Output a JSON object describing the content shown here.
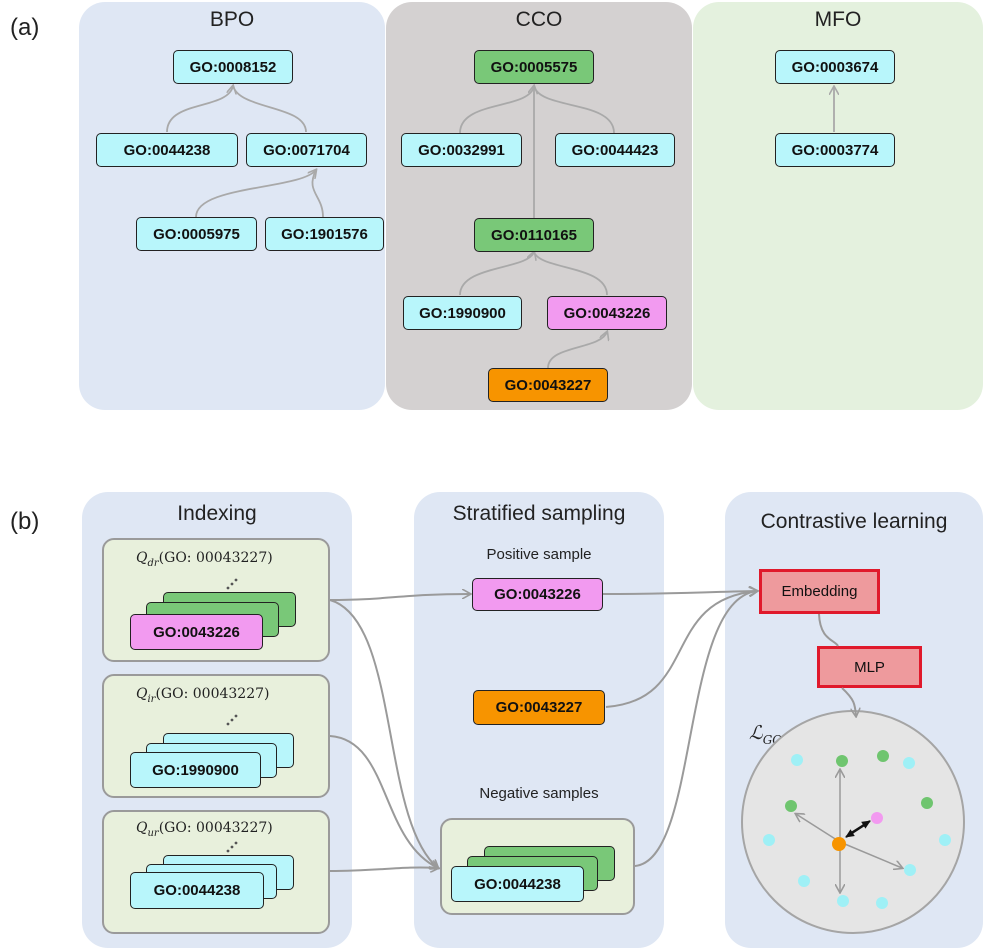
{
  "part_a": {
    "label": "(a)",
    "panels": {
      "bpo": {
        "title": "BPO",
        "nodes": [
          "GO:0008152",
          "GO:0044238",
          "GO:0071704",
          "GO:0005975",
          "GO:1901576"
        ]
      },
      "cco": {
        "title": "CCO",
        "nodes": [
          "GO:0005575",
          "GO:0032991",
          "GO:0044423",
          "GO:0110165",
          "GO:1990900",
          "GO:0043226",
          "GO:0043227"
        ]
      },
      "mfo": {
        "title": "MFO",
        "nodes": [
          "GO:0003674",
          "GO:0003774"
        ]
      }
    }
  },
  "part_b": {
    "label": "(b)",
    "indexing": {
      "title": "Indexing",
      "queries": [
        {
          "q": "Q",
          "sub": "dr",
          "arg": "(GO: 00043227)",
          "node": "GO:0043226"
        },
        {
          "q": "Q",
          "sub": "ir",
          "arg": "(GO: 00043227)",
          "node": "GO:1990900"
        },
        {
          "q": "Q",
          "sub": "ur",
          "arg": "(GO: 00043227)",
          "node": "GO:0044238"
        }
      ]
    },
    "sampling": {
      "title": "Stratified sampling",
      "positive_label": "Positive sample",
      "positive_node": "GO:0043226",
      "anchor_node": "GO:0043227",
      "negative_label": "Negative samples",
      "negative_node": "GO:0044238"
    },
    "contrastive": {
      "title": "Contrastive learning",
      "embedding": "Embedding",
      "mlp": "MLP",
      "loss_symbol": "ℒ",
      "loss_sub": "GO"
    }
  },
  "colors": {
    "cyan": "#b8f6fb",
    "green": "#79c878",
    "pink": "#f29af0",
    "orange": "#f79400",
    "red_border": "#e0192b",
    "panel_blue": "#dfe7f4",
    "panel_gray": "#d4d1d1",
    "panel_green": "#e4f1de"
  }
}
